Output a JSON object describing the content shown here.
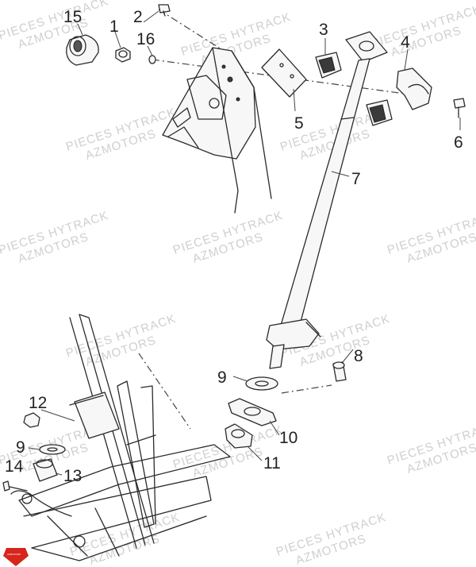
{
  "callouts": [
    {
      "id": "c15",
      "label": "15"
    },
    {
      "id": "c1",
      "label": "1"
    },
    {
      "id": "c2",
      "label": "2"
    },
    {
      "id": "c16",
      "label": "16"
    },
    {
      "id": "c3",
      "label": "3"
    },
    {
      "id": "c4",
      "label": "4"
    },
    {
      "id": "c5",
      "label": "5"
    },
    {
      "id": "c6",
      "label": "6"
    },
    {
      "id": "c7",
      "label": "7"
    },
    {
      "id": "c8",
      "label": "8"
    },
    {
      "id": "c9a",
      "label": "9"
    },
    {
      "id": "c10",
      "label": "10"
    },
    {
      "id": "c11",
      "label": "11"
    },
    {
      "id": "c12",
      "label": "12"
    },
    {
      "id": "c9b",
      "label": "9"
    },
    {
      "id": "c14",
      "label": "14"
    },
    {
      "id": "c13",
      "label": "13"
    }
  ],
  "watermark": {
    "line1": "PIECES HYTRACK",
    "line2": "AZMOTORS"
  },
  "logo": {
    "text": "AZMOTORS",
    "color": "#d7261e"
  },
  "colors": {
    "ink": "#2a2a2a",
    "watermark": "#cfcfcf"
  }
}
